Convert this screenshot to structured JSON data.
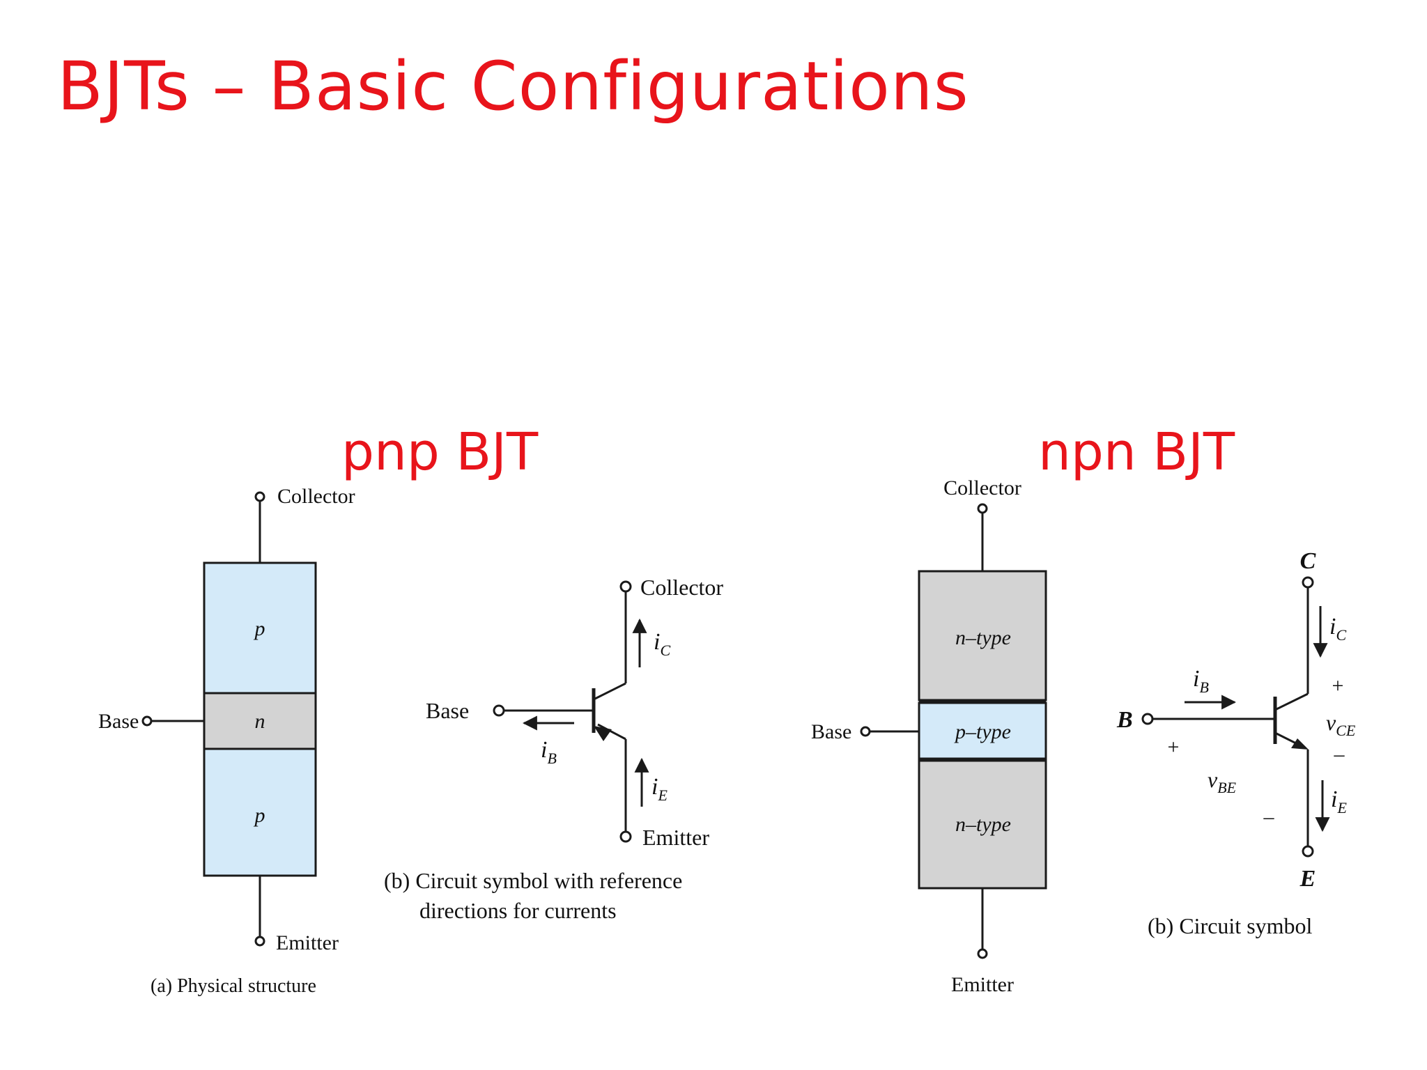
{
  "colors": {
    "title_red": "#e8141b",
    "p_fill": "#d4eaf9",
    "n_fill": "#d3d3d3",
    "ink": "#1a1a1a"
  },
  "slide": {
    "title": "BJTs – Basic Configurations"
  },
  "pnp": {
    "heading": "pnp BJT",
    "physical": {
      "collector_label": "Collector",
      "base_label": "Base",
      "emitter_label": "Emitter",
      "top_region": "p",
      "middle_region": "n",
      "bottom_region": "p",
      "caption": "(a) Physical structure"
    },
    "symbol": {
      "collector_label": "Collector",
      "base_label": "Base",
      "emitter_label": "Emitter",
      "ic_main": "i",
      "ic_sub": "C",
      "ib_main": "i",
      "ib_sub": "B",
      "ie_main": "i",
      "ie_sub": "E",
      "caption_line1": "(b) Circuit symbol with reference",
      "caption_line2": "directions for currents"
    }
  },
  "npn": {
    "heading": "npn BJT",
    "physical": {
      "collector_label": "Collector",
      "base_label": "Base",
      "emitter_label": "Emitter",
      "top_region": "n–type",
      "middle_region": "p–type",
      "bottom_region": "n–type"
    },
    "symbol": {
      "c_label": "C",
      "b_label": "B",
      "e_label": "E",
      "ic_main": "i",
      "ic_sub": "C",
      "ib_main": "i",
      "ib_sub": "B",
      "ie_main": "i",
      "ie_sub": "E",
      "vce_main": "v",
      "vce_sub": "CE",
      "vbe_main": "v",
      "vbe_sub": "BE",
      "vce_plus": "+",
      "vce_minus": "–",
      "vbe_plus": "+",
      "vbe_minus": "–",
      "caption": "(b) Circuit symbol"
    }
  }
}
